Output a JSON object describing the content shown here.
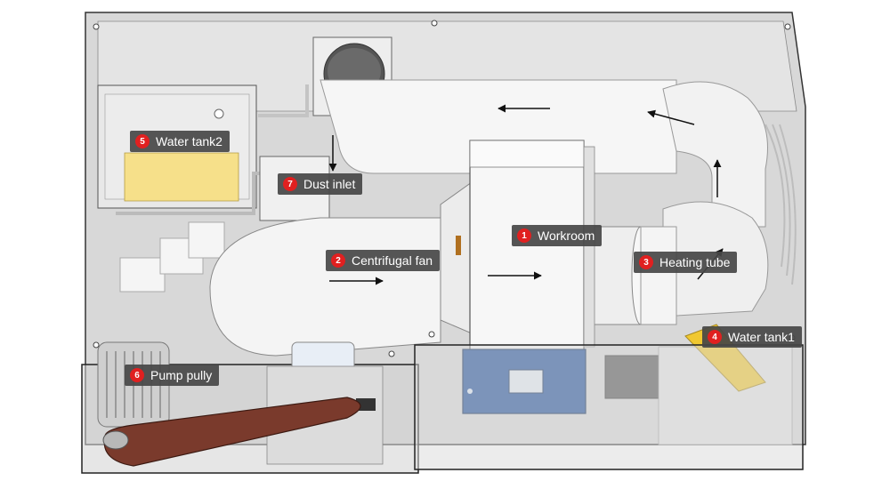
{
  "labels": [
    {
      "num": "1",
      "text": "Workroom"
    },
    {
      "num": "2",
      "text": "Centrifugal fan"
    },
    {
      "num": "3",
      "text": "Heating tube"
    },
    {
      "num": "4",
      "text": "Water tank1"
    },
    {
      "num": "5",
      "text": "Water tank2"
    },
    {
      "num": "6",
      "text": "Pump pully"
    },
    {
      "num": "7",
      "text": "Dust inlet"
    }
  ],
  "colors": {
    "enclosure": "#dcdcdc",
    "duct": "#f4f4f4",
    "panel_blue": "#1f4f9a",
    "tank_yellow": "#f6e08a",
    "belt": "#7a3a2c",
    "badge": "#e02020",
    "label_bg": "#464646"
  }
}
